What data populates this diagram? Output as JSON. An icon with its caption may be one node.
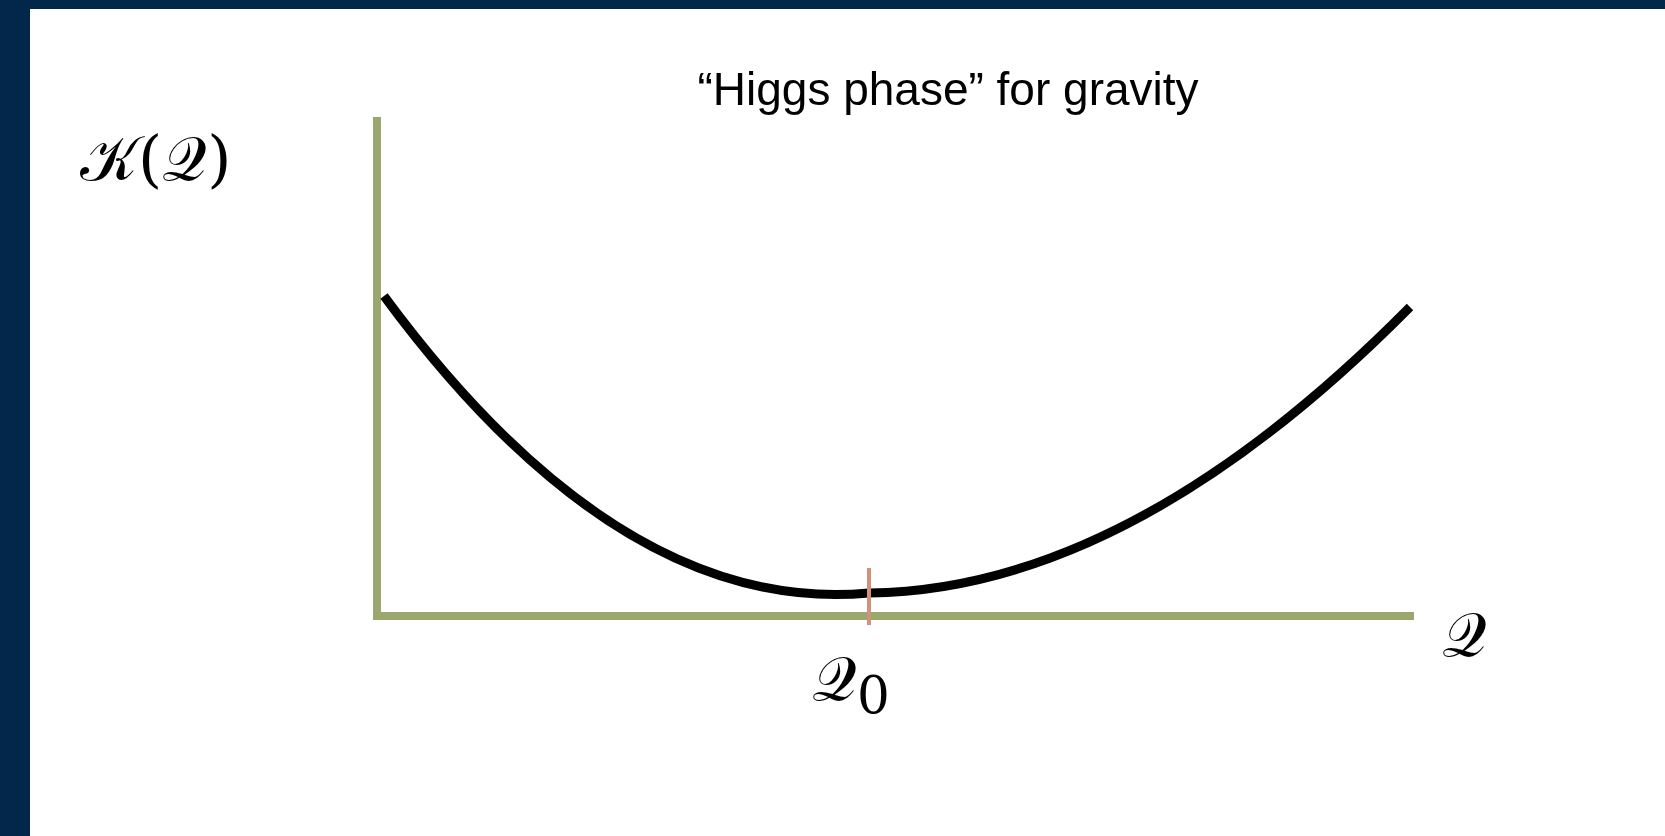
{
  "diagram": {
    "title": "“Higgs phase” for gravity",
    "labels": [
      "𝒦(𝒬)",
      "𝒬",
      "𝒬$_{0}$"
    ]
  }
}
